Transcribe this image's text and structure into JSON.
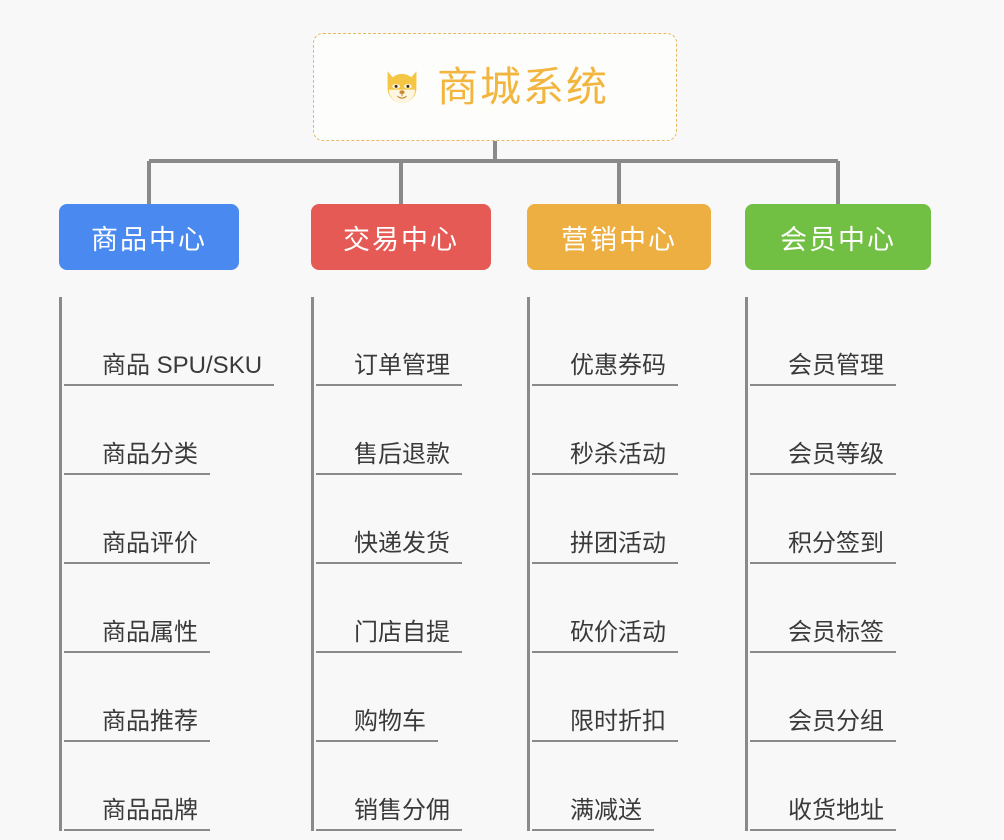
{
  "diagram": {
    "type": "org-tree",
    "background_color": "#f8f8f8",
    "connector_color": "#8a8a8a",
    "root": {
      "title": "商城系统",
      "icon": "shiba-dog-face-icon",
      "text_color": "#f2b53d",
      "border_color": "#e8b860",
      "border_style": "dashed"
    },
    "branches": [
      {
        "label": "商品中心",
        "color": "#4a89ef",
        "items": [
          "商品 SPU/SKU",
          "商品分类",
          "商品评价",
          "商品属性",
          "商品推荐",
          "商品品牌"
        ]
      },
      {
        "label": "交易中心",
        "color": "#e55a55",
        "items": [
          "订单管理",
          "售后退款",
          "快递发货",
          "门店自提",
          "购物车",
          "销售分佣"
        ]
      },
      {
        "label": "营销中心",
        "color": "#edaf41",
        "items": [
          "优惠券码",
          "秒杀活动",
          "拼团活动",
          "砍价活动",
          "限时折扣",
          "满减送"
        ]
      },
      {
        "label": "会员中心",
        "color": "#72c043",
        "items": [
          "会员管理",
          "会员等级",
          "积分签到",
          "会员标签",
          "会员分组",
          "收货地址"
        ]
      }
    ]
  }
}
